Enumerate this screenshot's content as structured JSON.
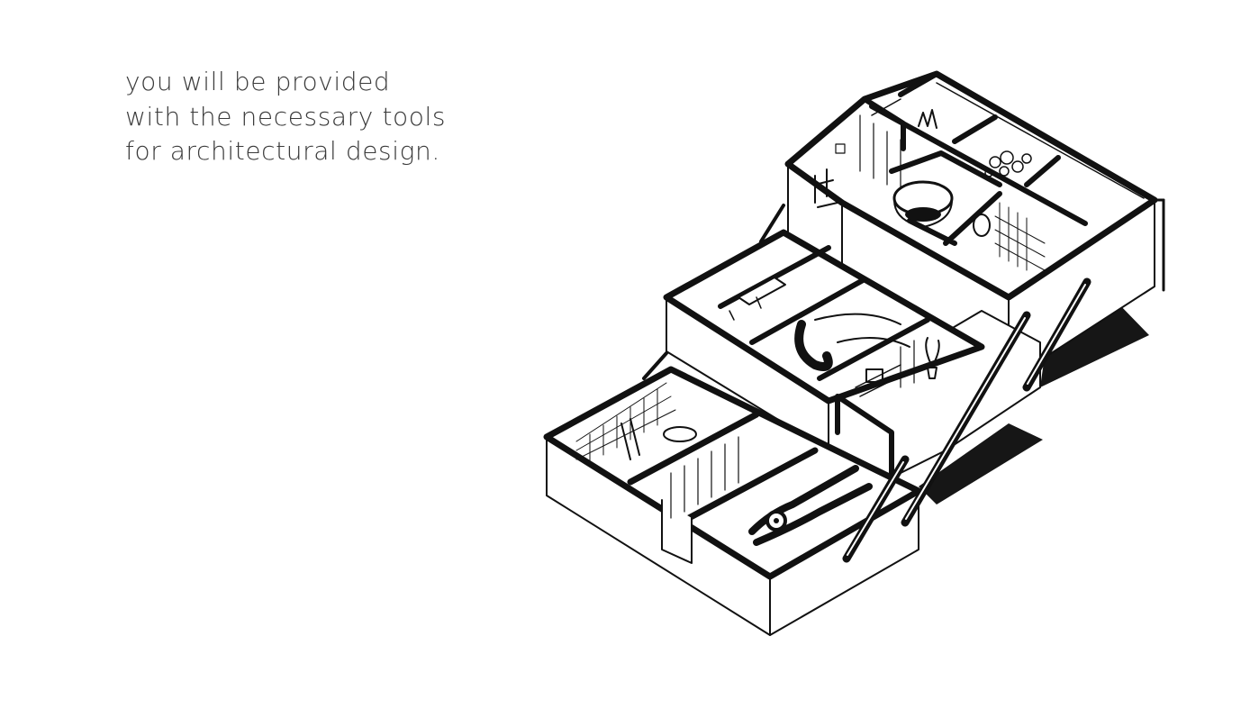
{
  "caption": {
    "lines": [
      "you will be provided",
      "with the necessary tools",
      "for architectural design."
    ]
  },
  "illustration": {
    "subject": "isometric cutaway house shaped like an opening toolbox with compartment drawers",
    "colors": {
      "ink": "#111111",
      "paper": "#ffffff",
      "shadow": "#161616"
    }
  }
}
